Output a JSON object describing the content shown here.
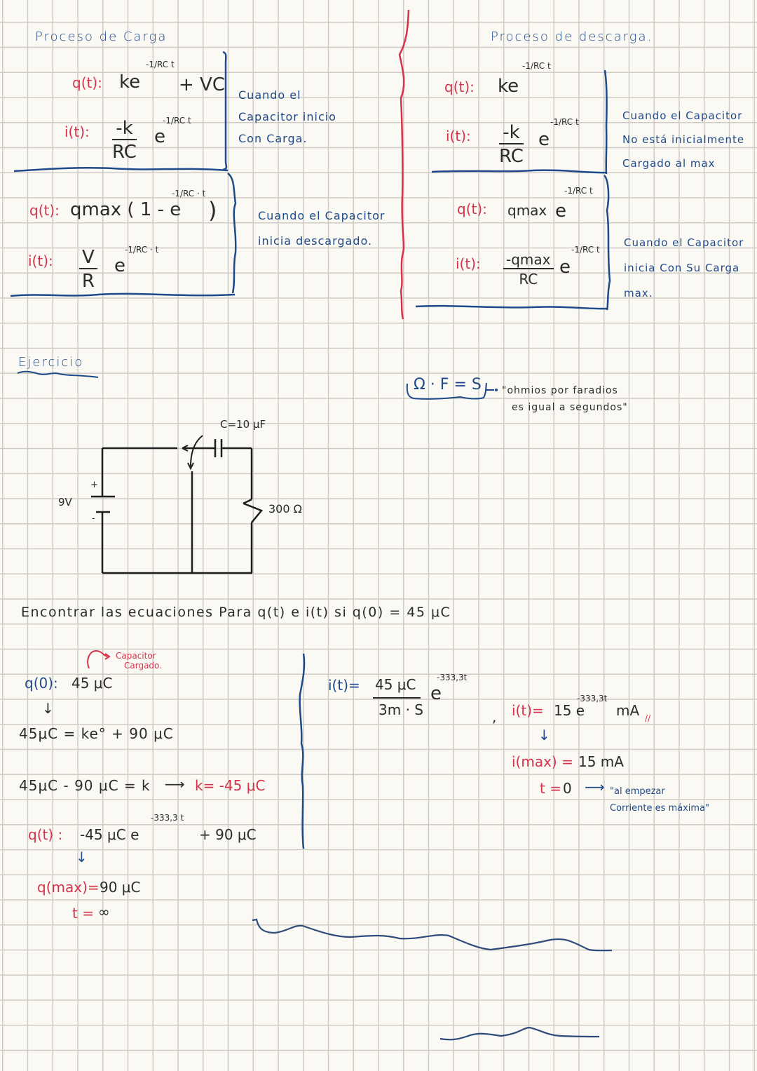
{
  "page": {
    "background": "#fbf9f4",
    "grid_color": "#cfcbc4",
    "ink": {
      "blue": "#1f4a8a",
      "red": "#d6324a",
      "black": "#2b2b2b"
    }
  },
  "charging": {
    "title": "Proceso de Carga",
    "block1": {
      "q_label": "q(t):",
      "q_expr": "ke",
      "q_exp": "-1/RC t",
      "q_tail": "+ VC",
      "i_label": "i(t):",
      "i_num": "-k",
      "i_den": "RC",
      "i_e": "e",
      "i_exp": "-1/RC t",
      "note": [
        "Cuando el",
        "Capacitor inicio",
        "Con Carga."
      ]
    },
    "block2": {
      "q_label": "q(t):",
      "q_expr": "qmax ( 1 - e",
      "q_exp": "-1/RC · t",
      "q_close": ")",
      "i_label": "i(t):",
      "i_num": "V",
      "i_den": "R",
      "i_e": "e",
      "i_exp": "-1/RC · t",
      "note": [
        "Cuando el Capacitor",
        "inicia descargado."
      ]
    }
  },
  "discharging": {
    "title": "Proceso de descarga.",
    "block1": {
      "q_label": "q(t):",
      "q_expr": "ke",
      "q_exp": "-1/RC t",
      "i_label": "i(t):",
      "i_num": "-k",
      "i_den": "RC",
      "i_e": "e",
      "i_exp": "-1/RC t",
      "note": [
        "Cuando el Capacitor",
        "No está inicialmente",
        "Cargado al max"
      ]
    },
    "block2": {
      "q_label": "q(t):",
      "q_expr": "qmax",
      "q_e": "e",
      "q_exp": "-1/RC t",
      "i_label": "i(t):",
      "i_num": "-qmax",
      "i_den": "RC",
      "i_e": "e",
      "i_exp": "-1/RC t",
      "note": [
        "Cuando el Capacitor",
        "inicia Con Su Carga",
        "max."
      ]
    }
  },
  "exercise": {
    "title": "Ejercicio",
    "units_note": {
      "formula": "Ω · F = S",
      "text": [
        "\"ohmios por faradios",
        "es igual a segundos\""
      ]
    },
    "circuit": {
      "capacitor_label": "C=10 μF",
      "battery_label": "9V",
      "battery_plus": "+",
      "battery_minus": "-",
      "resistor_label": "300 Ω"
    },
    "prompt": "Encontrar las ecuaciones Para q(t) e i(t) si q(0) = 45 μC",
    "solution_q": {
      "annotation": [
        "Capacitor",
        "Cargado."
      ],
      "step1_label": "q(0):",
      "step1_value": "45 μC",
      "arrow1": "↓",
      "step2": "45μC = ke° + 90 μC",
      "step3": "45μC - 90 μC = k",
      "step3_arrow": "⟶",
      "k_result": "k= -45 μC",
      "q_label": "q(t) :",
      "q_expr": "-45 μC e",
      "q_exp": "-333,3 t",
      "q_tail": "+ 90 μC",
      "arrow2": "↓",
      "qmax_label": "q(max)=",
      "qmax_value": "90 μC",
      "t_label": "t =",
      "t_value": "∞"
    },
    "solution_i": {
      "i_label": "i(t)=",
      "i_num": "45 μC",
      "i_den": "3m · S",
      "i_e": "e",
      "i_exp": "-333,3t",
      "comma": ",",
      "result_label": "i(t)=",
      "result_expr": "15 e",
      "result_exp": "-333,3t",
      "result_unit": "mA",
      "result_mark": "//",
      "arrow": "↓",
      "imax_label": "i(max) =",
      "imax_value": "15 mA",
      "t_label": "t =",
      "t_value": "0",
      "t_arrow": "⟶",
      "note": [
        "\"al empezar",
        "Corriente es máxima\""
      ]
    }
  }
}
